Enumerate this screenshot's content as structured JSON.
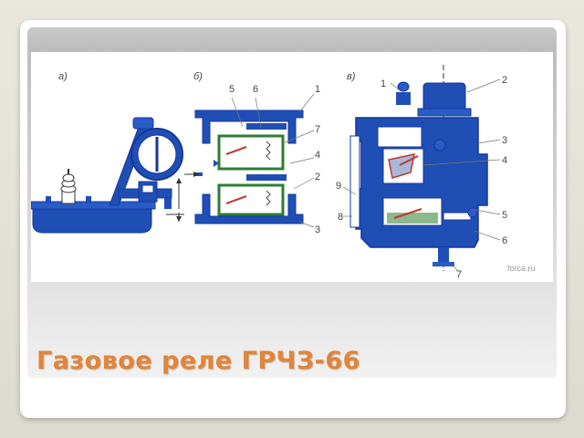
{
  "slide": {
    "title": "Газовое реле ГРЧЗ-66"
  },
  "figure": {
    "panels": {
      "a": "а)",
      "b": "б)",
      "v": "в)"
    },
    "callouts_b": [
      "5",
      "6",
      "1",
      "7",
      "4",
      "2",
      "3"
    ],
    "callouts_v": [
      "1",
      "2",
      "3",
      "4",
      "9",
      "8",
      "5",
      "6",
      "7"
    ],
    "watermark": "forca.ru",
    "colors": {
      "body": "#1f4fb5",
      "outline": "#17379a",
      "float": "#2e7d32",
      "accent": "#c0392b",
      "title": "#e0853a"
    }
  }
}
